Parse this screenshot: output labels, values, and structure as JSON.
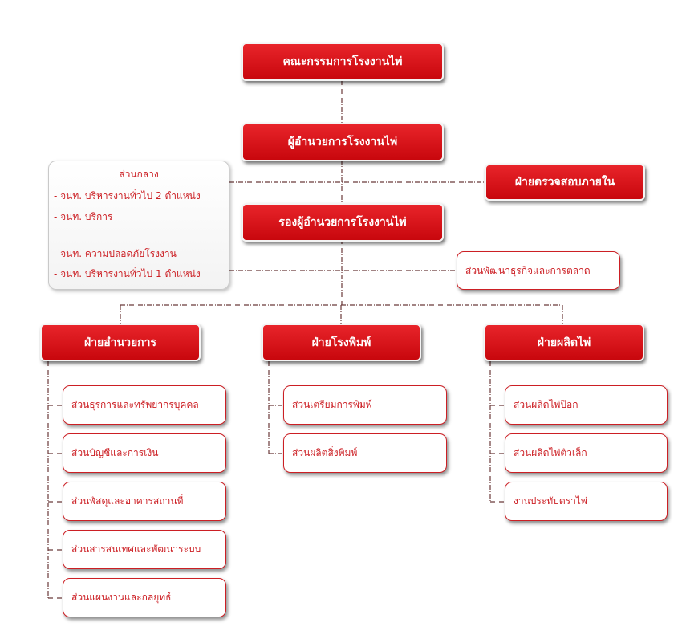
{
  "board": "คณะกรรมการโรงงานไพ่",
  "director": "ผู้อำนวยการโรงงานไพ่",
  "audit": "ฝ่ายตรวจสอบภายใน",
  "deputy": "รองผู้อำนวยการโรงงานไพ่",
  "business_dev": "ส่วนพัฒนาธุรกิจและการตลาด",
  "central": {
    "title": "ส่วนกลาง",
    "lines": [
      "- จนท. บริหารงานทั่วไป 2 ตำแหน่ง",
      "- จนท. บริการ",
      "- จนท. ความปลอดภัยโรงงาน",
      "- จนท. บริหารงานทั่วไป 1 ตำแหน่ง"
    ]
  },
  "departments": [
    {
      "name": "ฝ่ายอำนวยการ",
      "units": [
        "ส่วนธุรการและทรัพยากรบุคคล",
        "ส่วนบัญชีและการเงิน",
        "ส่วนพัสดุและอาคารสถานที่",
        "ส่วนสารสนเทศและพัฒนาระบบ",
        "ส่วนแผนงานและกลยุทธ์"
      ]
    },
    {
      "name": "ฝ่ายโรงพิมพ์",
      "units": [
        "ส่วนเตรียมการพิมพ์",
        "ส่วนผลิตสิ่งพิมพ์"
      ]
    },
    {
      "name": "ฝ่ายผลิตไพ่",
      "units": [
        "ส่วนผลิตไพ่ป๊อก",
        "ส่วนผลิตไพ่ตัวเล็ก",
        "งานประทับตราไพ่"
      ]
    }
  ]
}
